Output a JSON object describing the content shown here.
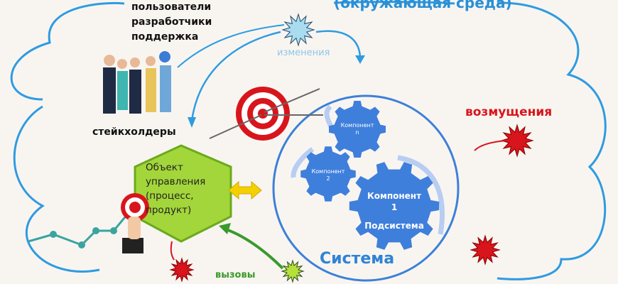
{
  "environment_label": "(окружающая среда)",
  "stakeholders": {
    "roles": [
      "пользователи",
      "разработчики",
      "поддержка"
    ],
    "label": "стейкхолдеры"
  },
  "changes_label": "изменения",
  "disturbances_label": "возмущения",
  "control_object": {
    "lines": [
      "Объект",
      "управления",
      "(процесс,",
      "продукт)"
    ]
  },
  "system_label": "Система",
  "calls_label": "вызовы",
  "components": {
    "n": {
      "line1": "Компонент",
      "line2": "n"
    },
    "two": {
      "line1": "Компонент",
      "line2": "2"
    },
    "one": {
      "line1": "Компонент",
      "line2": "1",
      "line3": "Подсистема"
    }
  },
  "colors": {
    "cloud": "#2f9be0",
    "system": "#3d80d8",
    "gear": "#3f7fdc",
    "hexagon": "#a3d63a",
    "red": "#d8151c",
    "green_arrow": "#3a9a2c"
  }
}
